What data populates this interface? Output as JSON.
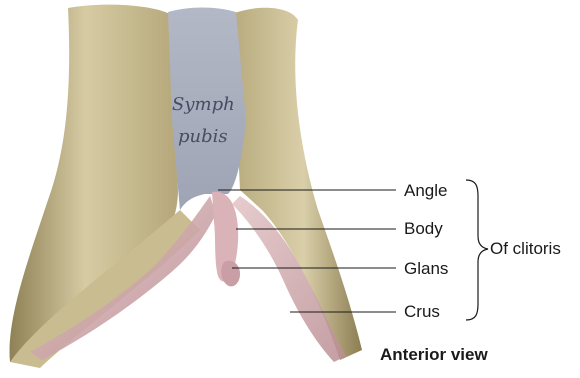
{
  "figure": {
    "bone_text_line1": "Symph",
    "bone_text_line2": "pubis",
    "labels": {
      "angle": "Angle",
      "body": "Body",
      "glans": "Glans",
      "crus": "Crus"
    },
    "group_label": "Of clitoris",
    "view_label": "Anterior view"
  },
  "colors": {
    "bone": "#cfc39a",
    "bone_shadow": "#9a8a5e",
    "cartilage": "#a9afbf",
    "clitoris": "#d7b2b6",
    "leader": "#1a1a1a"
  }
}
